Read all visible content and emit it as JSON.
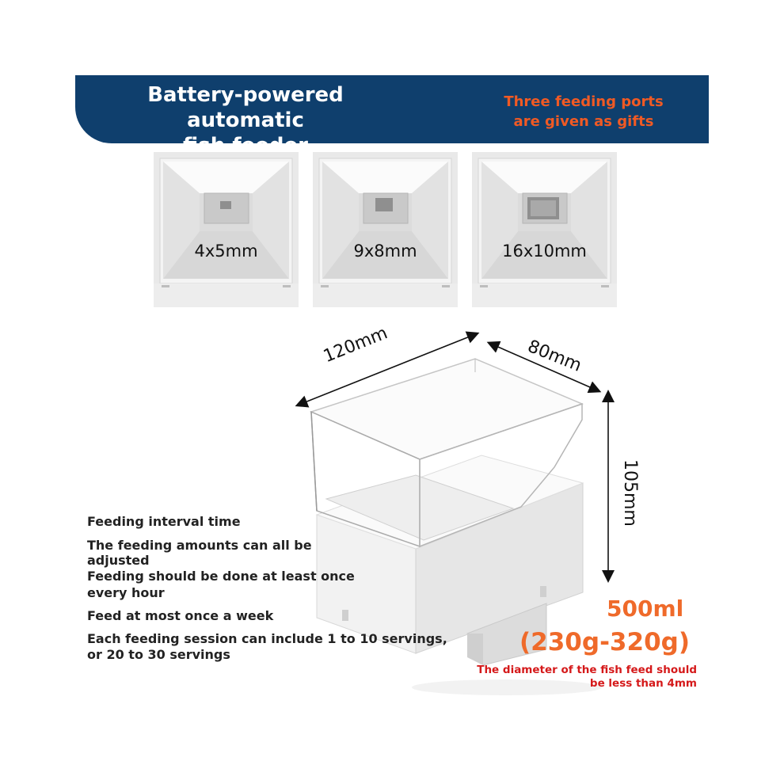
{
  "banner": {
    "title_line1": "Battery-powered automatic",
    "title_line2": "fish feeder",
    "note_line1": "Three feeding ports",
    "note_line2": "are given as gifts"
  },
  "ports": [
    {
      "label": "4x5mm"
    },
    {
      "label": "9x8mm"
    },
    {
      "label": "16x10mm"
    }
  ],
  "dimensions": {
    "length": "120mm",
    "width": "80mm",
    "height": "105mm"
  },
  "features": [
    "Feeding interval time",
    "The feeding amounts can all be",
    "adjusted",
    "Feeding should be done at least once",
    "every hour",
    "Feed at most once a week",
    "Each feeding session can include 1 to 10 servings,",
    "or 20 to 30 servings"
  ],
  "capacity": {
    "volume": "500ml",
    "weight": "(230g-320g)",
    "note_line1": "The diameter of the fish feed should",
    "note_line2": "be less than 4mm"
  },
  "colors": {
    "banner": "#0f3f6d",
    "accent": "#f05a24",
    "note": "#d5191a"
  }
}
